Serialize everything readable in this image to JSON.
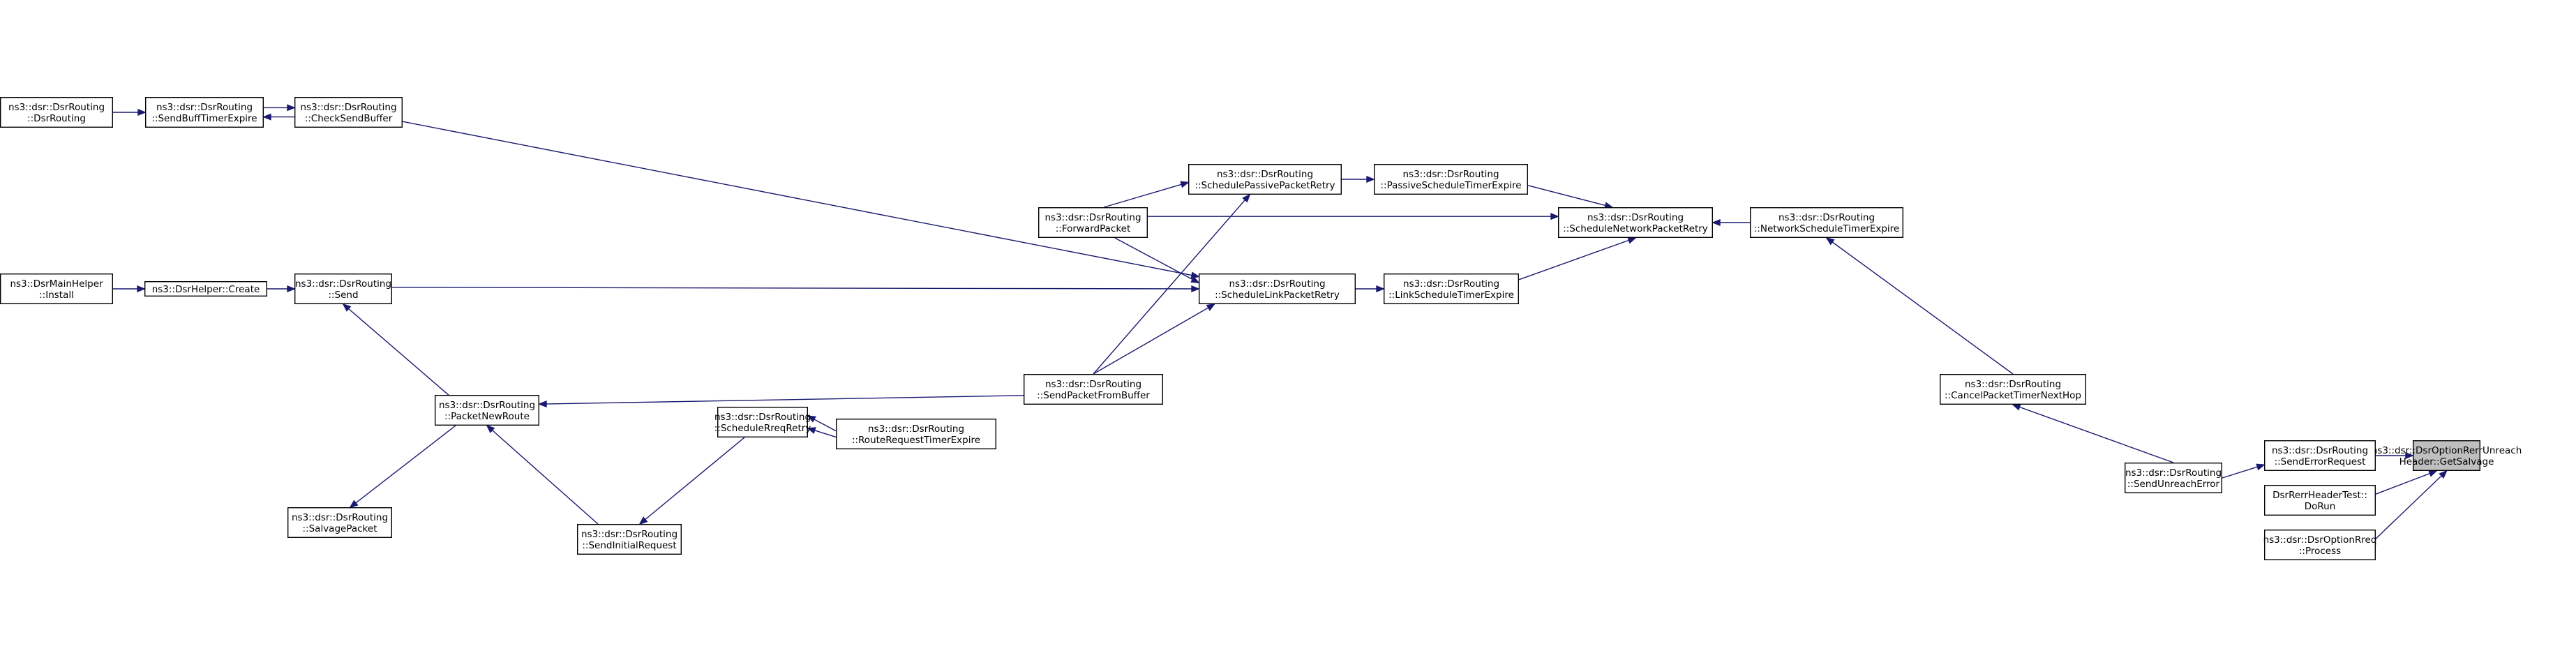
{
  "colors": {
    "edge": "#191970",
    "node_border": "#000000",
    "node_fill": "#ffffff",
    "focus_fill": "#bfbfbf"
  },
  "nodes": {
    "getsalvage": [
      "ns3::dsr::DsrOptionRerrUnreach",
      "Header::GetSalvage"
    ],
    "senderrorrequest": [
      "ns3::dsr::DsrRouting",
      "::SendErrorRequest"
    ],
    "dorun": [
      "DsrRerrHeaderTest::",
      "DoRun"
    ],
    "optionreqprocess": [
      "ns3::dsr::DsrOptionRreq",
      "::Process"
    ],
    "cancelpackettimer": [
      "ns3::dsr::DsrRouting",
      "::CancelPacketTimerNextHop"
    ],
    "sendunreacherror": [
      "ns3::dsr::DsrRouting",
      "::SendUnreachError"
    ],
    "networkscheduletimer": [
      "ns3::dsr::DsrRouting",
      "::NetworkScheduleTimerExpire"
    ],
    "schedulenetworkretry": [
      "ns3::dsr::DsrRouting",
      "::ScheduleNetworkPacketRetry"
    ],
    "passivescheduletimer": [
      "ns3::dsr::DsrRouting",
      "::PassiveScheduleTimerExpire"
    ],
    "linkscheduletimer": [
      "ns3::dsr::DsrRouting",
      "::LinkScheduleTimerExpire"
    ],
    "schedulepassiveretry": [
      "ns3::dsr::DsrRouting",
      "::SchedulePassivePacketRetry"
    ],
    "forwardpacket": [
      "ns3::dsr::DsrRouting",
      "::ForwardPacket"
    ],
    "schedulelinkretry": [
      "ns3::dsr::DsrRouting",
      "::ScheduleLinkPacketRetry"
    ],
    "sendpacketfrombuffer": [
      "ns3::dsr::DsrRouting",
      "::SendPacketFromBuffer"
    ],
    "routerequesttimer": [
      "ns3::dsr::DsrRouting",
      "::RouteRequestTimerExpire"
    ],
    "schedulerreqretry": [
      "ns3::dsr::DsrRouting",
      "::ScheduleRreqRetry"
    ],
    "sendinitialrequest": [
      "ns3::dsr::DsrRouting",
      "::SendInitialRequest"
    ],
    "packetnewroute": [
      "ns3::dsr::DsrRouting",
      "::PacketNewRoute"
    ],
    "salvagepacket": [
      "ns3::dsr::DsrRouting",
      "::SalvagePacket"
    ],
    "send": [
      "ns3::dsr::DsrRouting",
      "::Send"
    ],
    "checksendbuffer": [
      "ns3::dsr::DsrRouting",
      "::CheckSendBuffer"
    ],
    "sendbufftimer": [
      "ns3::dsr::DsrRouting",
      "::SendBuffTimerExpire"
    ],
    "dsrrouting": [
      "ns3::dsr::DsrRouting",
      "::DsrRouting"
    ],
    "helpercreate": [
      "ns3::DsrHelper::Create"
    ],
    "mainhelperinstall": [
      "ns3::DsrMainHelper",
      "::Install"
    ]
  }
}
